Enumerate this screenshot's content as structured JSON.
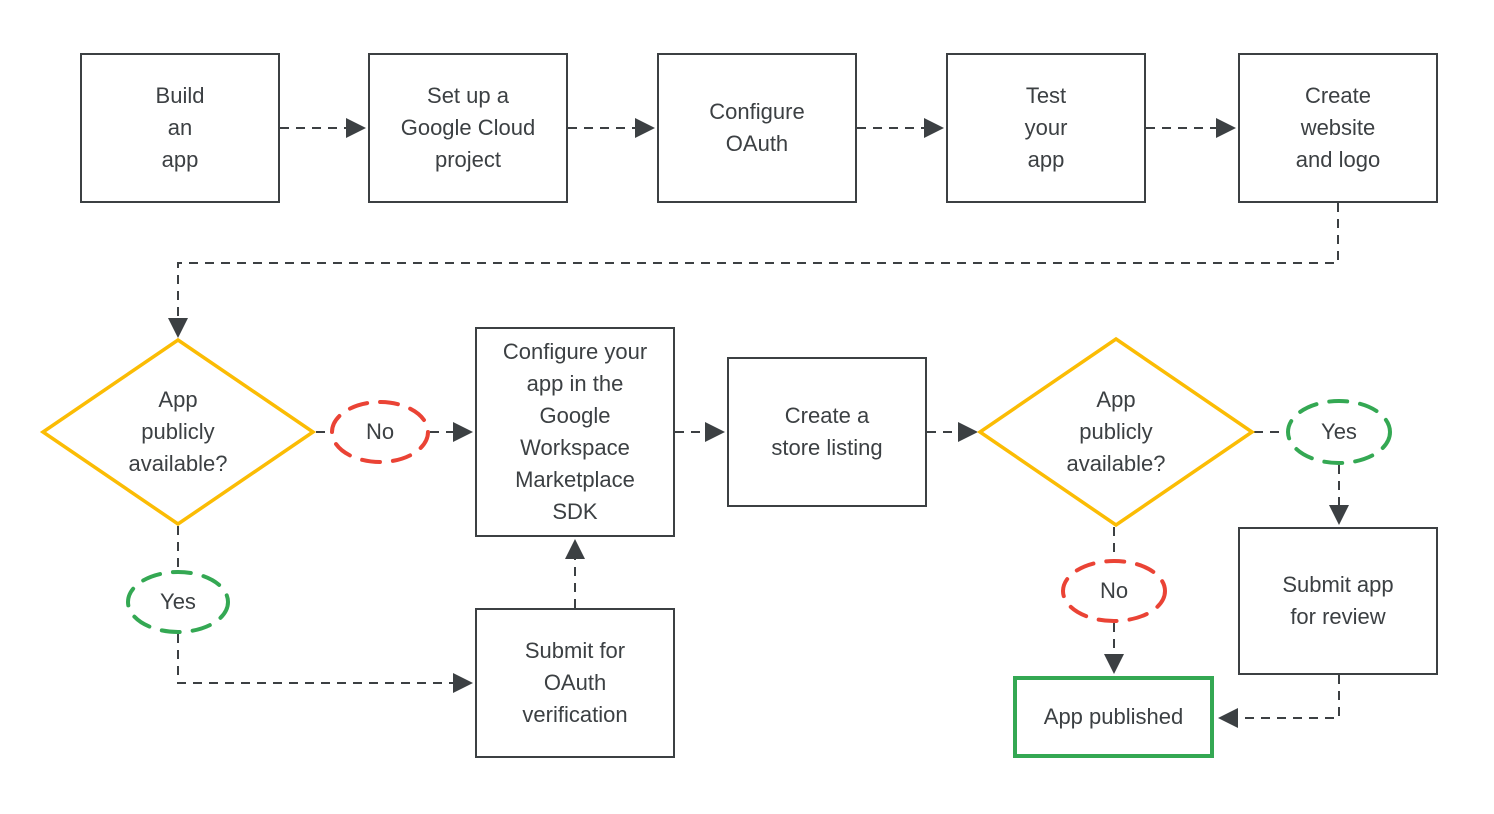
{
  "colors": {
    "line": "#3c4043",
    "text": "#3c4043",
    "decision_border": "#FBBC04",
    "yes_border": "#34A853",
    "no_border": "#EA4335",
    "published_border": "#34A853",
    "background": "#ffffff"
  },
  "nodes": {
    "build_app": [
      "Build",
      "an",
      "app"
    ],
    "setup_project": [
      "Set up a",
      "Google Cloud",
      "project"
    ],
    "configure_oauth": [
      "Configure",
      "OAuth"
    ],
    "test_app": [
      "Test",
      "your",
      "app"
    ],
    "create_website": [
      "Create",
      "website",
      "and logo"
    ],
    "decision_public_1": [
      "App",
      "publicly",
      "available?"
    ],
    "configure_sdk": [
      "Configure your",
      "app in the",
      "Google",
      "Workspace",
      "Marketplace",
      "SDK"
    ],
    "create_listing": [
      "Create a",
      "store listing"
    ],
    "submit_oauth": [
      "Submit for",
      "OAuth",
      "verification"
    ],
    "decision_public_2": [
      "App",
      "publicly",
      "available?"
    ],
    "submit_review": [
      "Submit app",
      "for review"
    ],
    "app_published": [
      "App published"
    ]
  },
  "edge_labels": {
    "no_1": "No",
    "yes_1": "Yes",
    "yes_2": "Yes",
    "no_2": "No"
  }
}
